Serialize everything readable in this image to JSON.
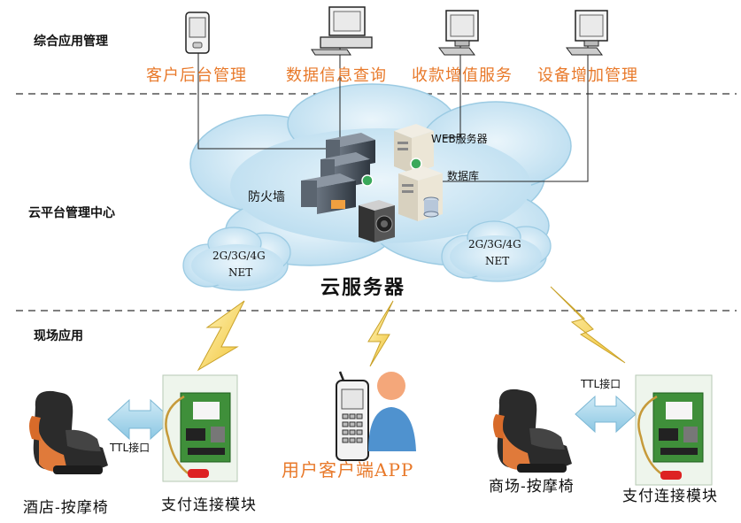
{
  "sections": {
    "top": "综合应用管理",
    "middle": "云平台管理中心",
    "bottom": "现场应用"
  },
  "terminals": [
    {
      "label": "客户后台管理",
      "icon": "pda-icon"
    },
    {
      "label": "数据信息查询",
      "icon": "desktop-computer-icon"
    },
    {
      "label": "收款增值服务",
      "icon": "monitor-icon"
    },
    {
      "label": "设备增加管理",
      "icon": "monitor-icon"
    }
  ],
  "cloud": {
    "title": "云服务器",
    "firewall": "防火墙",
    "web_server": "WEB服务器",
    "database": "数据库",
    "net_left": {
      "line1": "2G/3G/4G",
      "line2": "NET"
    },
    "net_right": {
      "line1": "2G/3G/4G",
      "line2": "NET"
    }
  },
  "field": {
    "left_chair": "酒店-按摩椅",
    "left_module": "支付连接模块",
    "left_ttl": "TTL接口",
    "app": "用户客户端APP",
    "right_chair": "商场-按摩椅",
    "right_module": "支付连接模块",
    "right_ttl": "TTL接口"
  }
}
